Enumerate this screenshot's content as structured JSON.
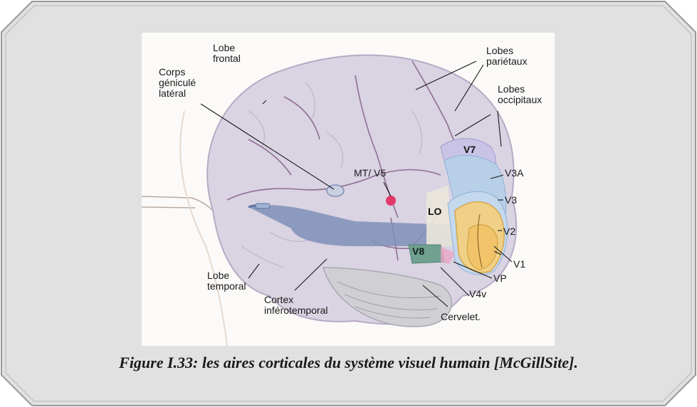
{
  "figure": {
    "labels": {
      "lobe_frontal": "Lobe\nfrontal",
      "corps_geniculate": "Corps\ngéniculé\nlatéral",
      "lobes_parietaux": "Lobes\npariétaux",
      "lobes_occipitaux": "Lobes\noccipitaux",
      "lobe_temporal": "Lobe\ntemporal",
      "cortex_inferotemporal": "Cortex\ninférotemporal",
      "cervelet": "Cervelet.",
      "mt_v5": "MT/ V5",
      "lo": "LO",
      "v7": "V7",
      "v3a": "V3A",
      "v3": "V3",
      "v2": "V2",
      "v1": "V1",
      "vp": "VP",
      "v4v": "V4v",
      "v8": "V8"
    },
    "colors": {
      "frame_bg": "#e1e1e1",
      "brain": "#d9d3e2",
      "sulci": "#8f6f92",
      "v1": "#f2c46a",
      "v2": "#f0d086",
      "v3": "#b8cfe8",
      "v7": "#c9c3e6",
      "v8": "#6fa090",
      "optic_radiation": "#7f8fb8",
      "mt": "#e2386a"
    }
  },
  "caption": "Figure I.33: les aires corticales du système visuel humain [McGillSite]."
}
